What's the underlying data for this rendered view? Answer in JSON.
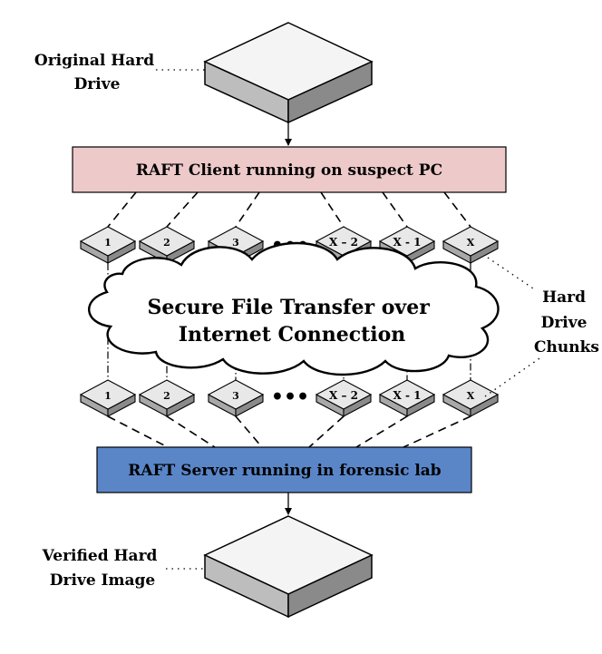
{
  "labels": {
    "original_drive": [
      "Original Hard",
      "Drive"
    ],
    "client_box": "RAFT Client running on suspect PC",
    "cloud": [
      "Secure File Transfer over",
      "Internet Connection"
    ],
    "chunks_label": [
      "Hard",
      "Drive",
      "Chunks"
    ],
    "server_box": "RAFT Server running in forensic lab",
    "verified_drive": [
      "Verified Hard",
      "Drive Image"
    ]
  },
  "chunks": [
    "1",
    "2",
    "3",
    "X – 2",
    "X - 1",
    "X"
  ],
  "ellipsis": "•••",
  "colors": {
    "client_fill": "#edc9c9",
    "server_fill": "#5a86c8",
    "drive_top": "#f4f4f4",
    "drive_side": "#bdbdbd",
    "drive_dark": "#8a8a8a",
    "chunk_top": "#e8e8e8",
    "chunk_side": "#a8a8a8"
  }
}
